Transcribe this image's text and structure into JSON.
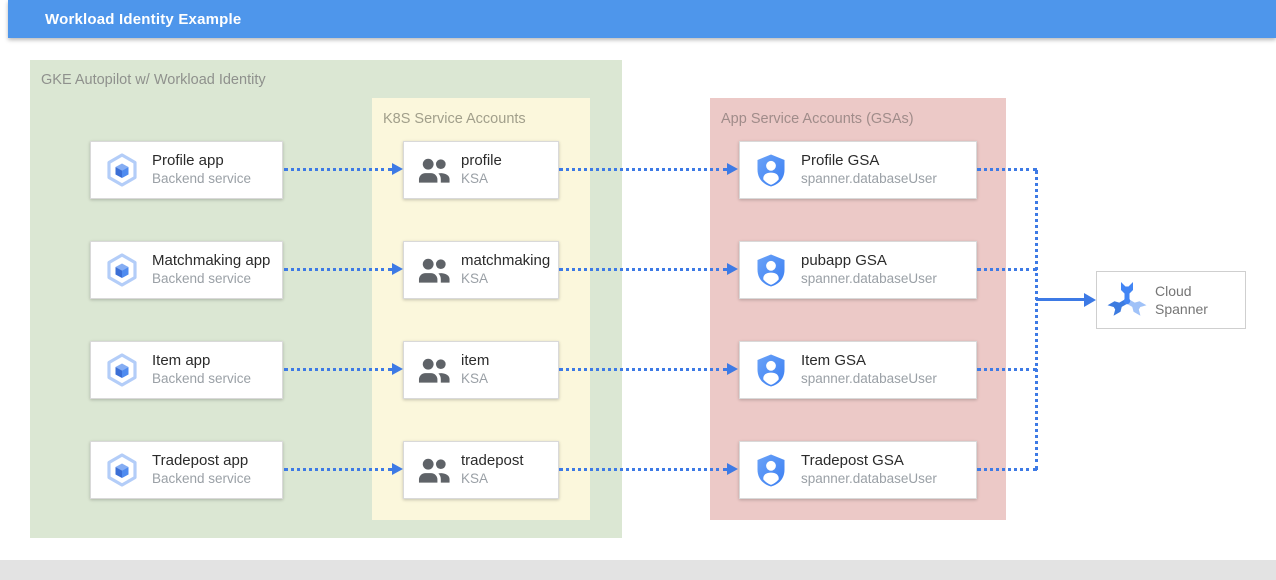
{
  "header": {
    "title": "Workload Identity Example"
  },
  "containers": {
    "gke": {
      "title": "GKE Autopilot w/ Workload Identity",
      "bg": "#dbe7d3"
    },
    "ksa": {
      "title": "K8S Service Accounts",
      "bg": "#fbf7dc"
    },
    "gsa": {
      "title": "App Service Accounts (GSAs)",
      "bg": "#ecc9c7"
    }
  },
  "rows": [
    {
      "app": {
        "title": "Profile app",
        "subtitle": "Backend service"
      },
      "ksa": {
        "title": "profile",
        "subtitle": "KSA"
      },
      "gsa": {
        "title": "Profile GSA",
        "subtitle": "spanner.databaseUser"
      }
    },
    {
      "app": {
        "title": "Matchmaking app",
        "subtitle": "Backend service"
      },
      "ksa": {
        "title": "matchmaking",
        "subtitle": "KSA"
      },
      "gsa": {
        "title": "pubapp GSA",
        "subtitle": "spanner.databaseUser"
      }
    },
    {
      "app": {
        "title": "Item app",
        "subtitle": "Backend service"
      },
      "ksa": {
        "title": "item",
        "subtitle": "KSA"
      },
      "gsa": {
        "title": "Item GSA",
        "subtitle": "spanner.databaseUser"
      }
    },
    {
      "app": {
        "title": "Tradepost app",
        "subtitle": "Backend service"
      },
      "ksa": {
        "title": "tradepost",
        "subtitle": "KSA"
      },
      "gsa": {
        "title": "Tradepost GSA",
        "subtitle": "spanner.databaseUser"
      }
    }
  ],
  "spanner": {
    "label": "Cloud Spanner"
  },
  "icons": {
    "app": "gke-hexagon-icon",
    "ksa": "users-icon",
    "gsa": "shield-user-icon",
    "spanner": "spanner-wrench-icon"
  },
  "colors": {
    "header_bg": "#4e96eb",
    "connector_blue": "#3d7ae5",
    "icon_blue": "#4285f4",
    "icon_light_blue": "#a7c5f9",
    "bottom_bar": "#e3e3e3"
  }
}
